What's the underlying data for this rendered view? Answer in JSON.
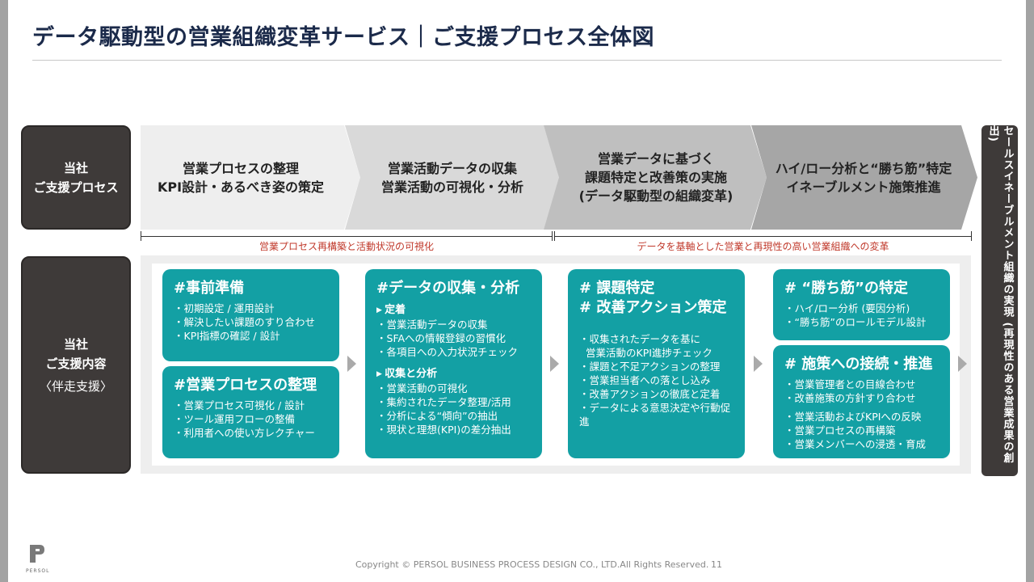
{
  "title": "データ駆動型の営業組織変革サービス｜ご支援プロセス全体図",
  "labels": {
    "process": [
      "当社",
      "ご支援プロセス"
    ],
    "content": [
      "当社",
      "ご支援内容",
      "〈伴走支援〉"
    ]
  },
  "steps": [
    {
      "lines": [
        "営業プロセスの整理",
        "KPI設計・あるべき姿の策定"
      ]
    },
    {
      "lines": [
        "営業活動データの収集",
        "営業活動の可視化・分析"
      ]
    },
    {
      "lines": [
        "営業データに基づく",
        "課題特定と改善策の実施",
        "(データ駆動型の組織変革)"
      ]
    },
    {
      "lines": [
        "ハイ/ロー分析と“勝ち筋”特定",
        "イネーブルメント施策推進"
      ]
    }
  ],
  "brackets": [
    "営業プロセス再構築と活動状況の可視化",
    "データを基軸とした営業と再現性の高い営業組織への変革"
  ],
  "cards": {
    "pre": {
      "head": "#事前準備",
      "items": [
        "初期設定 / 運用設計",
        "解決したい課題のすり合わせ",
        "KPI指標の確認 / 設計"
      ]
    },
    "process": {
      "head": "#営業プロセスの整理",
      "items": [
        "営業プロセス可視化 / 設計",
        "ツール運用フローの整備",
        "利用者への使い方レクチャー"
      ]
    },
    "data": {
      "head": "#データの収集・分析",
      "sec1": "定着",
      "items1": [
        "営業活動データの収集",
        "SFAへの情報登録の習慣化",
        "各項目への入力状況チェック"
      ],
      "sec2": "収集と分析",
      "items2": [
        "営業活動の可視化",
        "集約されたデータ整理/活用",
        "分析による“傾向”の抽出",
        "現状と理想(KPI)の差分抽出"
      ]
    },
    "issue": {
      "head1": "# 課題特定",
      "head2": "# 改善アクション策定",
      "items": [
        "収集されたデータを基に",
        "営業活動のKPI進捗チェック",
        "課題と不足アクションの整理",
        "営業担当者への落とし込み",
        "改善アクションの徹底と定着",
        "データによる意思決定や行動促進"
      ]
    },
    "win": {
      "head": "# “勝ち筋”の特定",
      "items": [
        "ハイ/ロー分析 (要因分析)",
        "“勝ち筋”のロールモデル設計"
      ]
    },
    "measure": {
      "head": "# 施策への接続・推進",
      "items1": [
        "営業管理者との目線合わせ",
        "改善施策の方針すり合わせ"
      ],
      "items2": [
        "営業活動およびKPIへの反映",
        "営業プロセスの再構築",
        "営業メンバーへの浸透・育成"
      ]
    }
  },
  "vertical_text": "セールスイネーブルメント組織の実現 (再現性のある営業成果の創出)",
  "footer": "Copyright © PERSOL BUSINESS PROCESS DESIGN CO., LTD.All Rights Reserved.",
  "page_number": "11",
  "logo_text": "PERSOL",
  "colors": {
    "teal": "#13a0a4",
    "dark": "#3e3a39",
    "accent_red": "#c0392b",
    "title": "#1b2a4a"
  }
}
